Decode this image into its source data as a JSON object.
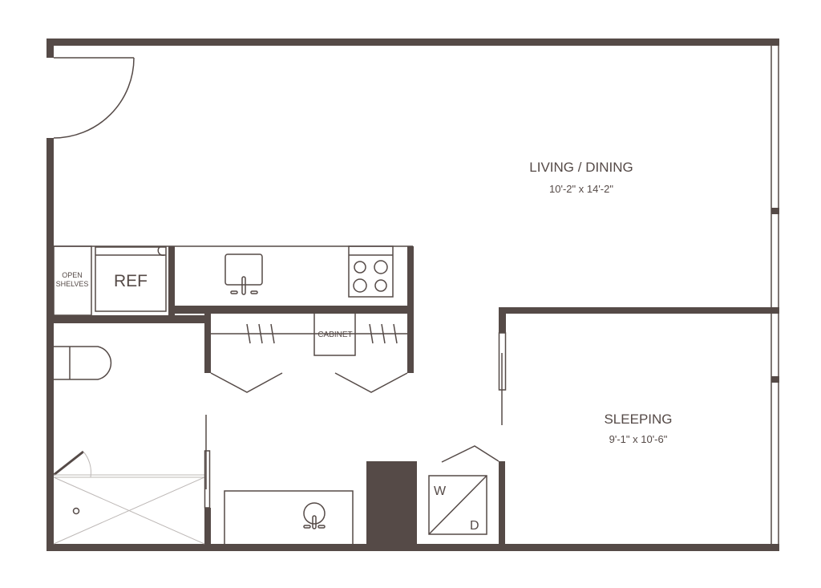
{
  "plan": {
    "rooms": [
      {
        "name": "LIVING / DINING",
        "dimensions": "10'-2\" x 14'-2\""
      },
      {
        "name": "SLEEPING",
        "dimensions": "9'-1\" x 10'-6\""
      }
    ],
    "labels": {
      "open_shelves_line1": "OPEN",
      "open_shelves_line2": "SHELVES",
      "ref": "REF",
      "cabinet": "CABINET",
      "washer": "W",
      "dryer": "D"
    }
  },
  "colors": {
    "wall": "#554a47"
  }
}
